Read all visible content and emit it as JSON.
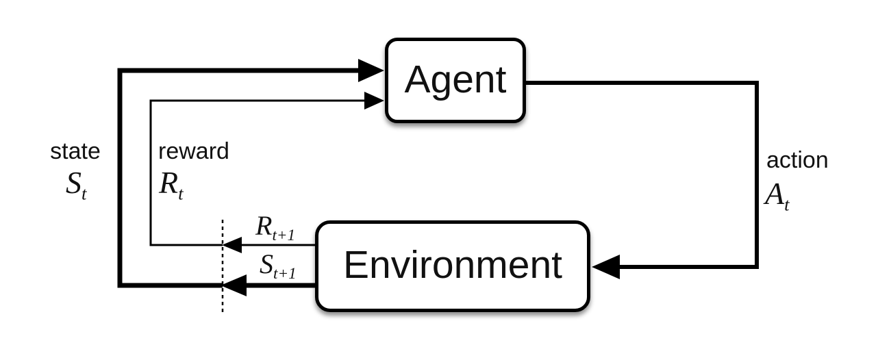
{
  "nodes": {
    "agent": "Agent",
    "environment": "Environment"
  },
  "labels": {
    "state": {
      "word": "state",
      "symbol": "S",
      "sub": "t"
    },
    "reward": {
      "word": "reward",
      "symbol": "R",
      "sub": "t"
    },
    "action": {
      "word": "action",
      "symbol": "A",
      "sub": "t"
    },
    "next_reward": {
      "symbol": "R",
      "sub": "t+1"
    },
    "next_state": {
      "symbol": "S",
      "sub": "t+1"
    }
  },
  "colors": {
    "line": "#000000",
    "box_border": "#000000",
    "box_fill": "#ffffff",
    "text": "#111111",
    "background": "#ffffff"
  }
}
